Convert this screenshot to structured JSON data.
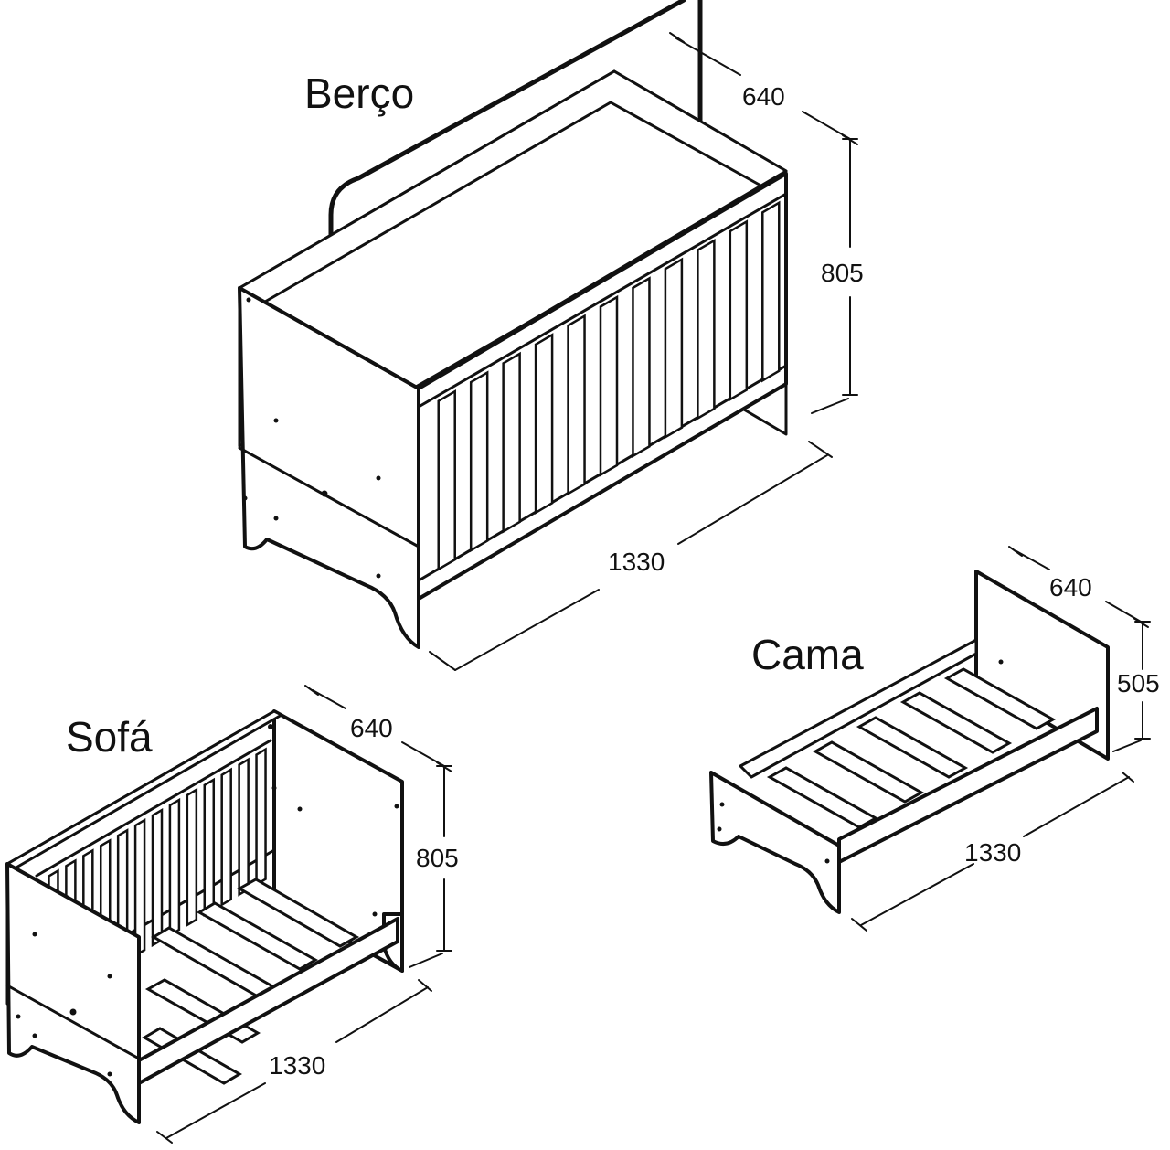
{
  "diagram": {
    "crib": {
      "title": "Berço",
      "depth": "640",
      "height": "805",
      "length": "1330"
    },
    "bed": {
      "title": "Cama",
      "depth": "640",
      "height": "505",
      "length": "1330"
    },
    "sofa": {
      "title": "Sofá",
      "depth": "640",
      "height": "805",
      "length": "1330"
    },
    "colors": {
      "line": "#111111",
      "background": "#ffffff"
    }
  }
}
